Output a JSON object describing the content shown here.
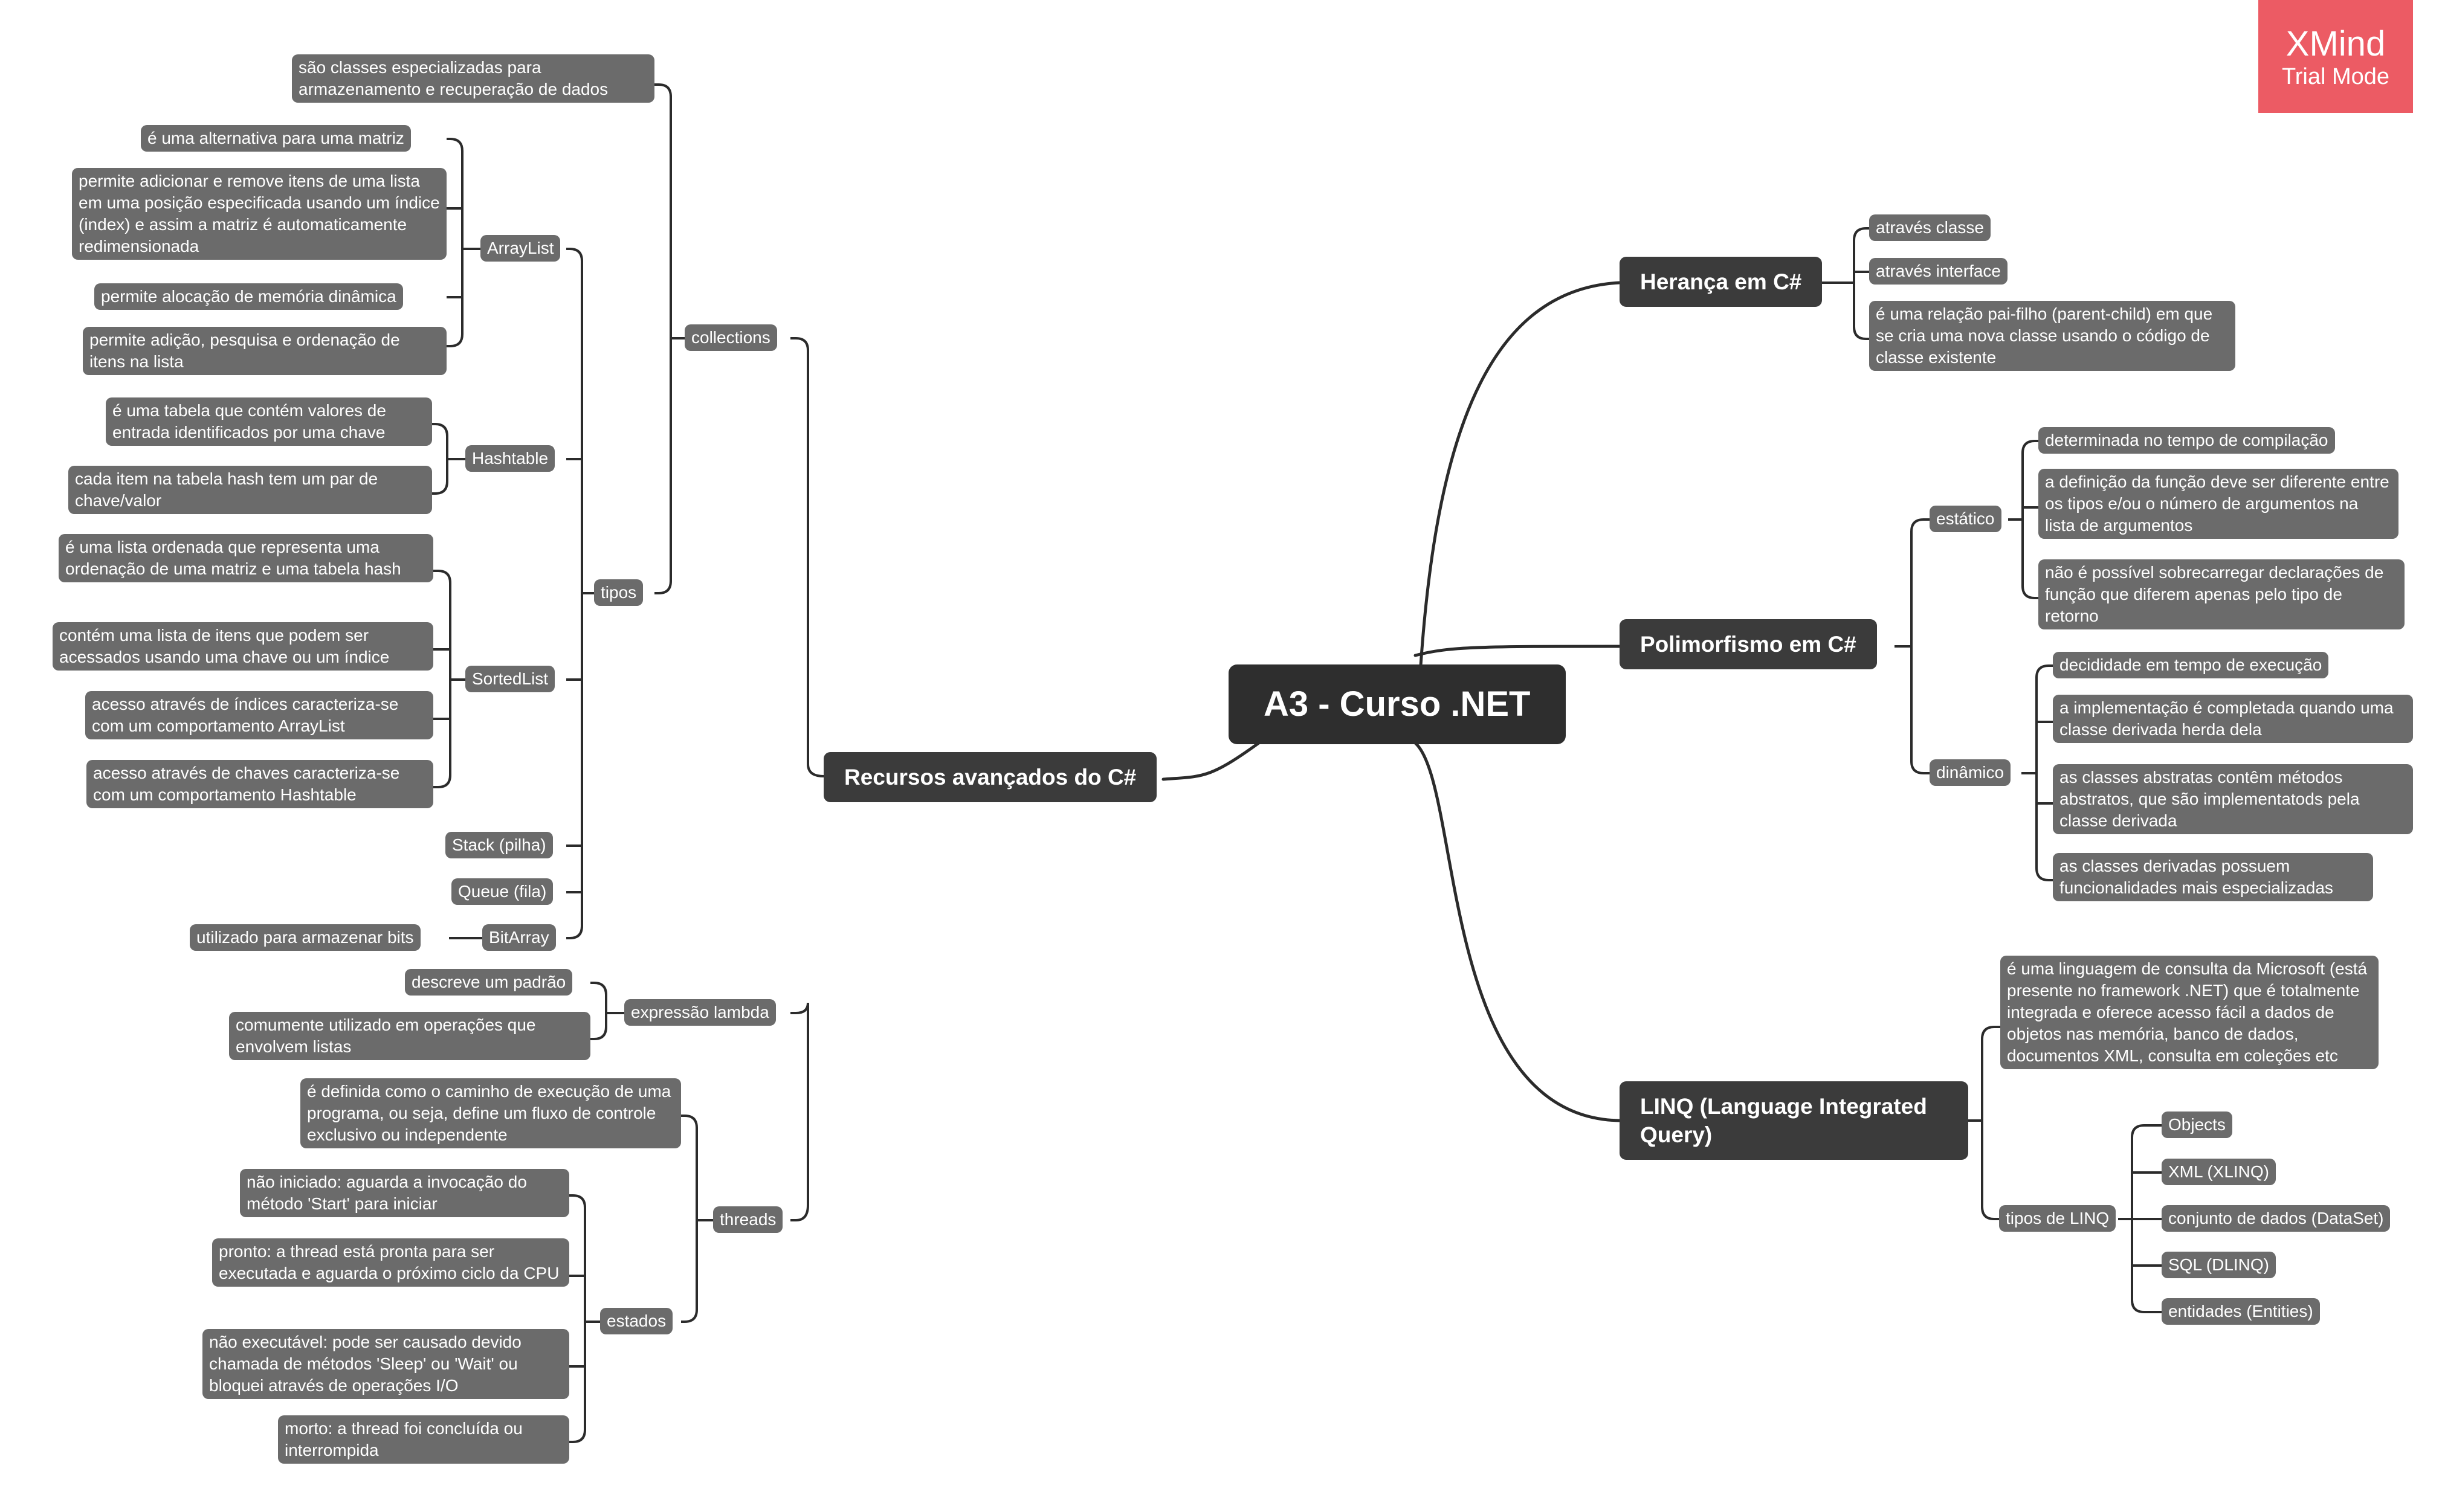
{
  "watermark": {
    "brand": "XMind",
    "mode": "Trial Mode",
    "color": "#ec5b64"
  },
  "colors": {
    "central": "#2e2e2e",
    "main_topic": "#3b3b3b",
    "subtopic": "#6b6b6b",
    "connector": "#2b2b2b"
  },
  "central": "A3 - Curso .NET",
  "recursos": {
    "title": "Recursos avançados do C#",
    "collections": {
      "label": "collections",
      "desc": "são classes especializadas para armazenamento e recuperação de dados",
      "tipos": {
        "label": "tipos",
        "arraylist": {
          "label": "ArrayList",
          "items": [
            "é uma alternativa para uma matriz",
            "permite adicionar e remove itens de uma lista em uma posição especificada usando um índice (index) e assim a matriz é automaticamente redimensionada",
            "permite alocação de memória dinâmica",
            "permite adição, pesquisa e ordenação de itens na lista"
          ]
        },
        "hashtable": {
          "label": "Hashtable",
          "items": [
            "é uma tabela que contém valores de entrada identificados por uma chave",
            "cada item na tabela hash tem um par de chave/valor"
          ]
        },
        "sortedlist": {
          "label": "SortedList",
          "items": [
            "é uma lista ordenada que representa uma ordenação de uma matriz e uma tabela hash",
            "contém uma lista de itens que podem ser acessados usando uma chave ou um índice",
            "acesso através de índices caracteriza-se com um comportamento ArrayList",
            "acesso através de chaves caracteriza-se com um comportamento Hashtable"
          ]
        },
        "stack": "Stack (pilha)",
        "queue": "Queue (fila)",
        "bitarray": {
          "label": "BitArray",
          "item": "utilizado para armazenar bits"
        }
      }
    },
    "lambda": {
      "label": "expressão lambda",
      "items": [
        "descreve um padrão",
        "comumente utilizado em operações que envolvem listas"
      ]
    },
    "threads": {
      "label": "threads",
      "desc": "é definida como o caminho de execução de uma programa, ou seja, define um fluxo de controle exclusivo ou independente",
      "estados": {
        "label": "estados",
        "items": [
          "não iniciado: aguarda a invocação do método 'Start' para iniciar",
          "pronto: a thread está pronta para ser executada e aguarda o próximo ciclo da CPU",
          "não executável: pode ser causado devido chamada de métodos 'Sleep' ou 'Wait' ou bloquei através de operações I/O",
          "morto: a thread foi concluída ou interrompida"
        ]
      }
    }
  },
  "heranca": {
    "title": "Herança em C#",
    "items": [
      "através classe",
      "através interface",
      "é uma relação pai-filho (parent-child) em que se cria uma nova classe usando o código de classe existente"
    ]
  },
  "polimorfismo": {
    "title": "Polimorfismo em C#",
    "estatico": {
      "label": "estático",
      "items": [
        "determinada no tempo de compilação",
        "a definição da função deve ser diferente entre os tipos e/ou o número de argumentos na lista de argumentos",
        "não é possível sobrecarregar declarações de função que diferem apenas pelo tipo de retorno"
      ]
    },
    "dinamico": {
      "label": "dinâmico",
      "items": [
        "decididade em tempo de execução",
        "a implementação é completada quando uma classe derivada herda dela",
        "as classes abstratas contêm métodos abstratos, que são implementatods pela classe derivada",
        "as classes derivadas possuem funcionalidades mais especializadas"
      ]
    }
  },
  "linq": {
    "title": "LINQ (Language Integrated Query)",
    "desc": "é uma linguagem de consulta da Microsoft (está presente no framework .NET) que é totalmente integrada e oferece acesso fácil a dados de objetos nas memória, banco de dados, documentos XML, consulta em coleções etc",
    "tipos": {
      "label": "tipos de LINQ",
      "items": [
        "Objects",
        "XML (XLINQ)",
        "conjunto de dados (DataSet)",
        "SQL (DLINQ)",
        "entidades (Entities)"
      ]
    }
  }
}
